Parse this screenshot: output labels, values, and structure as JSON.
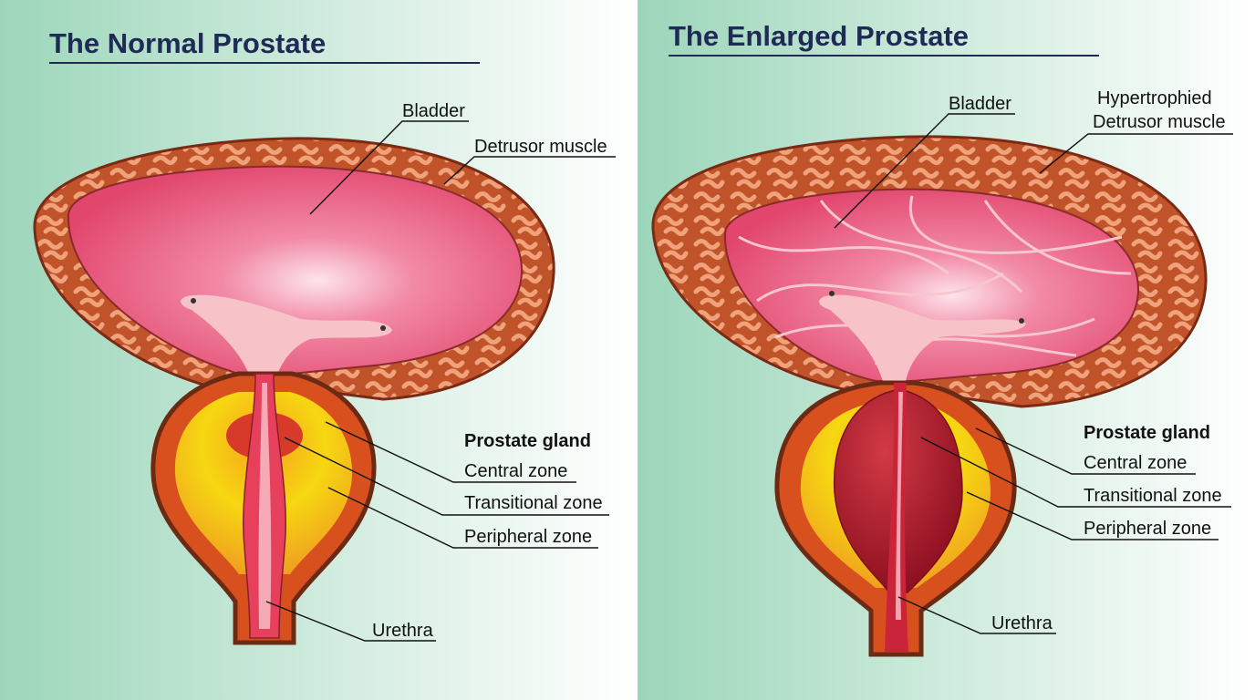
{
  "normal": {
    "title": "The Normal Prostate",
    "labels": {
      "bladder": "Bladder",
      "detrusor": "Detrusor muscle",
      "prostate_gland": "Prostate gland",
      "central_zone": "Central zone",
      "transitional_zone": "Transitional zone",
      "peripheral_zone": "Peripheral zone",
      "urethra": "Urethra"
    }
  },
  "enlarged": {
    "title": "The Enlarged Prostate",
    "labels": {
      "bladder": "Bladder",
      "detrusor_line1": "Hypertrophied",
      "detrusor_line2": "Detrusor muscle",
      "prostate_gland": "Prostate gland",
      "central_zone": "Central zone",
      "transitional_zone": "Transitional zone",
      "peripheral_zone": "Peripheral zone",
      "urethra": "Urethra"
    }
  },
  "colors": {
    "title": "#1f2b55",
    "muscle": "#c0532a",
    "bladder_inner": "#ec6f8e",
    "peripheral": "#f5d10f",
    "transitional_enlarged": "#a8192a"
  }
}
